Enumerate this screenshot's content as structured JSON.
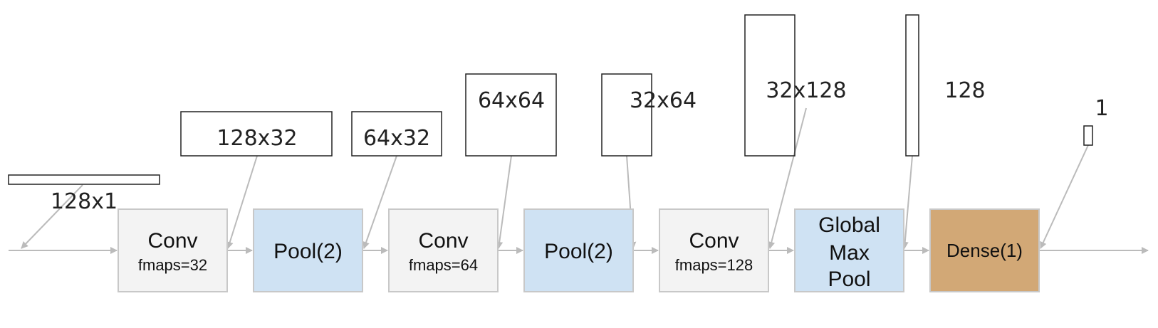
{
  "colors": {
    "conv_fill": "#f3f3f3",
    "pool_fill": "#cfe2f3",
    "dense_fill": "#d2a876",
    "box_border": "#c8c8c8",
    "arrow": "#bbbbbb",
    "tensor_outline": "#222222"
  },
  "layers": [
    {
      "type": "conv",
      "lines": [
        "Conv"
      ],
      "sub": "fmaps=32"
    },
    {
      "type": "pool",
      "lines": [
        "Pool(2)"
      ]
    },
    {
      "type": "conv",
      "lines": [
        "Conv"
      ],
      "sub": "fmaps=64"
    },
    {
      "type": "pool",
      "lines": [
        "Pool(2)"
      ]
    },
    {
      "type": "conv",
      "lines": [
        "Conv"
      ],
      "sub": "fmaps=128"
    },
    {
      "type": "pool",
      "lines": [
        "Global",
        "Max",
        "Pool"
      ]
    },
    {
      "type": "dense",
      "lines": [
        "Dense(1)"
      ]
    }
  ],
  "tensor_shapes": [
    {
      "label": "128x1"
    },
    {
      "label": "128x32"
    },
    {
      "label": "64x32"
    },
    {
      "label": "64x64"
    },
    {
      "label": "32x64"
    },
    {
      "label": "32x128"
    },
    {
      "label": "128"
    },
    {
      "label": "1"
    }
  ]
}
